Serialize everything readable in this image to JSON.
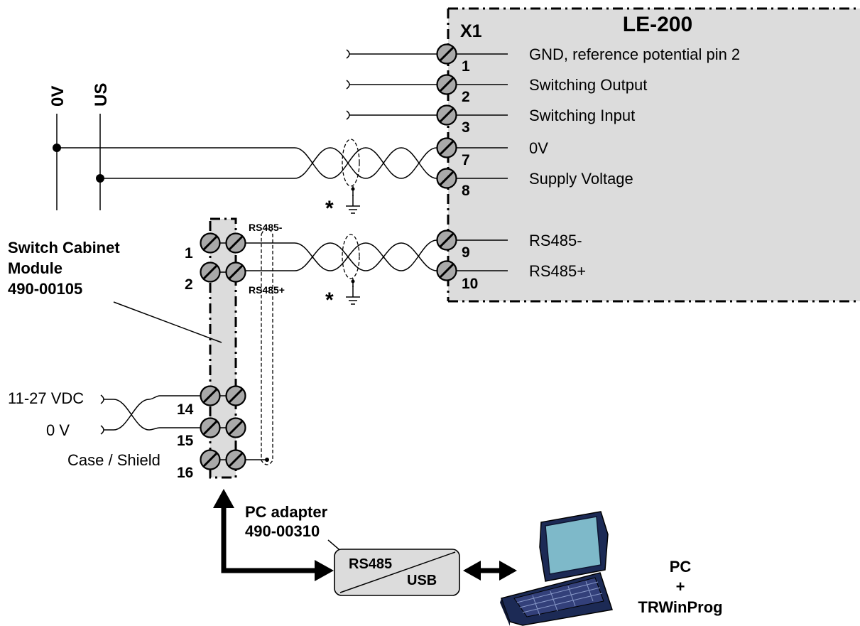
{
  "colors": {
    "panel_fill": "#dcdcdc",
    "line": "#000000",
    "laptop_screen": "#7eb9c9"
  },
  "device": {
    "title": "LE-200",
    "connector": "X1",
    "terminals": [
      {
        "pin": "1",
        "label": "GND, reference potential pin 2"
      },
      {
        "pin": "2",
        "label": "Switching Output"
      },
      {
        "pin": "3",
        "label": "Switching Input"
      },
      {
        "pin": "7",
        "label": "0V"
      },
      {
        "pin": "8",
        "label": "Supply Voltage"
      },
      {
        "pin": "9",
        "label": "RS485-"
      },
      {
        "pin": "10",
        "label": "RS485+"
      }
    ]
  },
  "supply_rails": {
    "zero_v": "0V",
    "us": "US"
  },
  "shield_marker": "*",
  "module": {
    "name_line1": "Switch Cabinet",
    "name_line2": "Module",
    "part_number": "490-00105",
    "bus_labels": {
      "minus": "RS485-",
      "plus": "RS485+"
    },
    "terminals": [
      {
        "num": "1",
        "label": ""
      },
      {
        "num": "2",
        "label": ""
      },
      {
        "num": "14",
        "label": "11-27 VDC"
      },
      {
        "num": "15",
        "label": "0 V"
      },
      {
        "num": "16",
        "label": "Case / Shield"
      }
    ]
  },
  "adapter": {
    "name": "PC adapter",
    "part_number": "490-00310",
    "side_a": "RS485",
    "side_b": "USB"
  },
  "pc": {
    "line1": "PC",
    "line2": "+",
    "line3": "TRWinProg"
  }
}
